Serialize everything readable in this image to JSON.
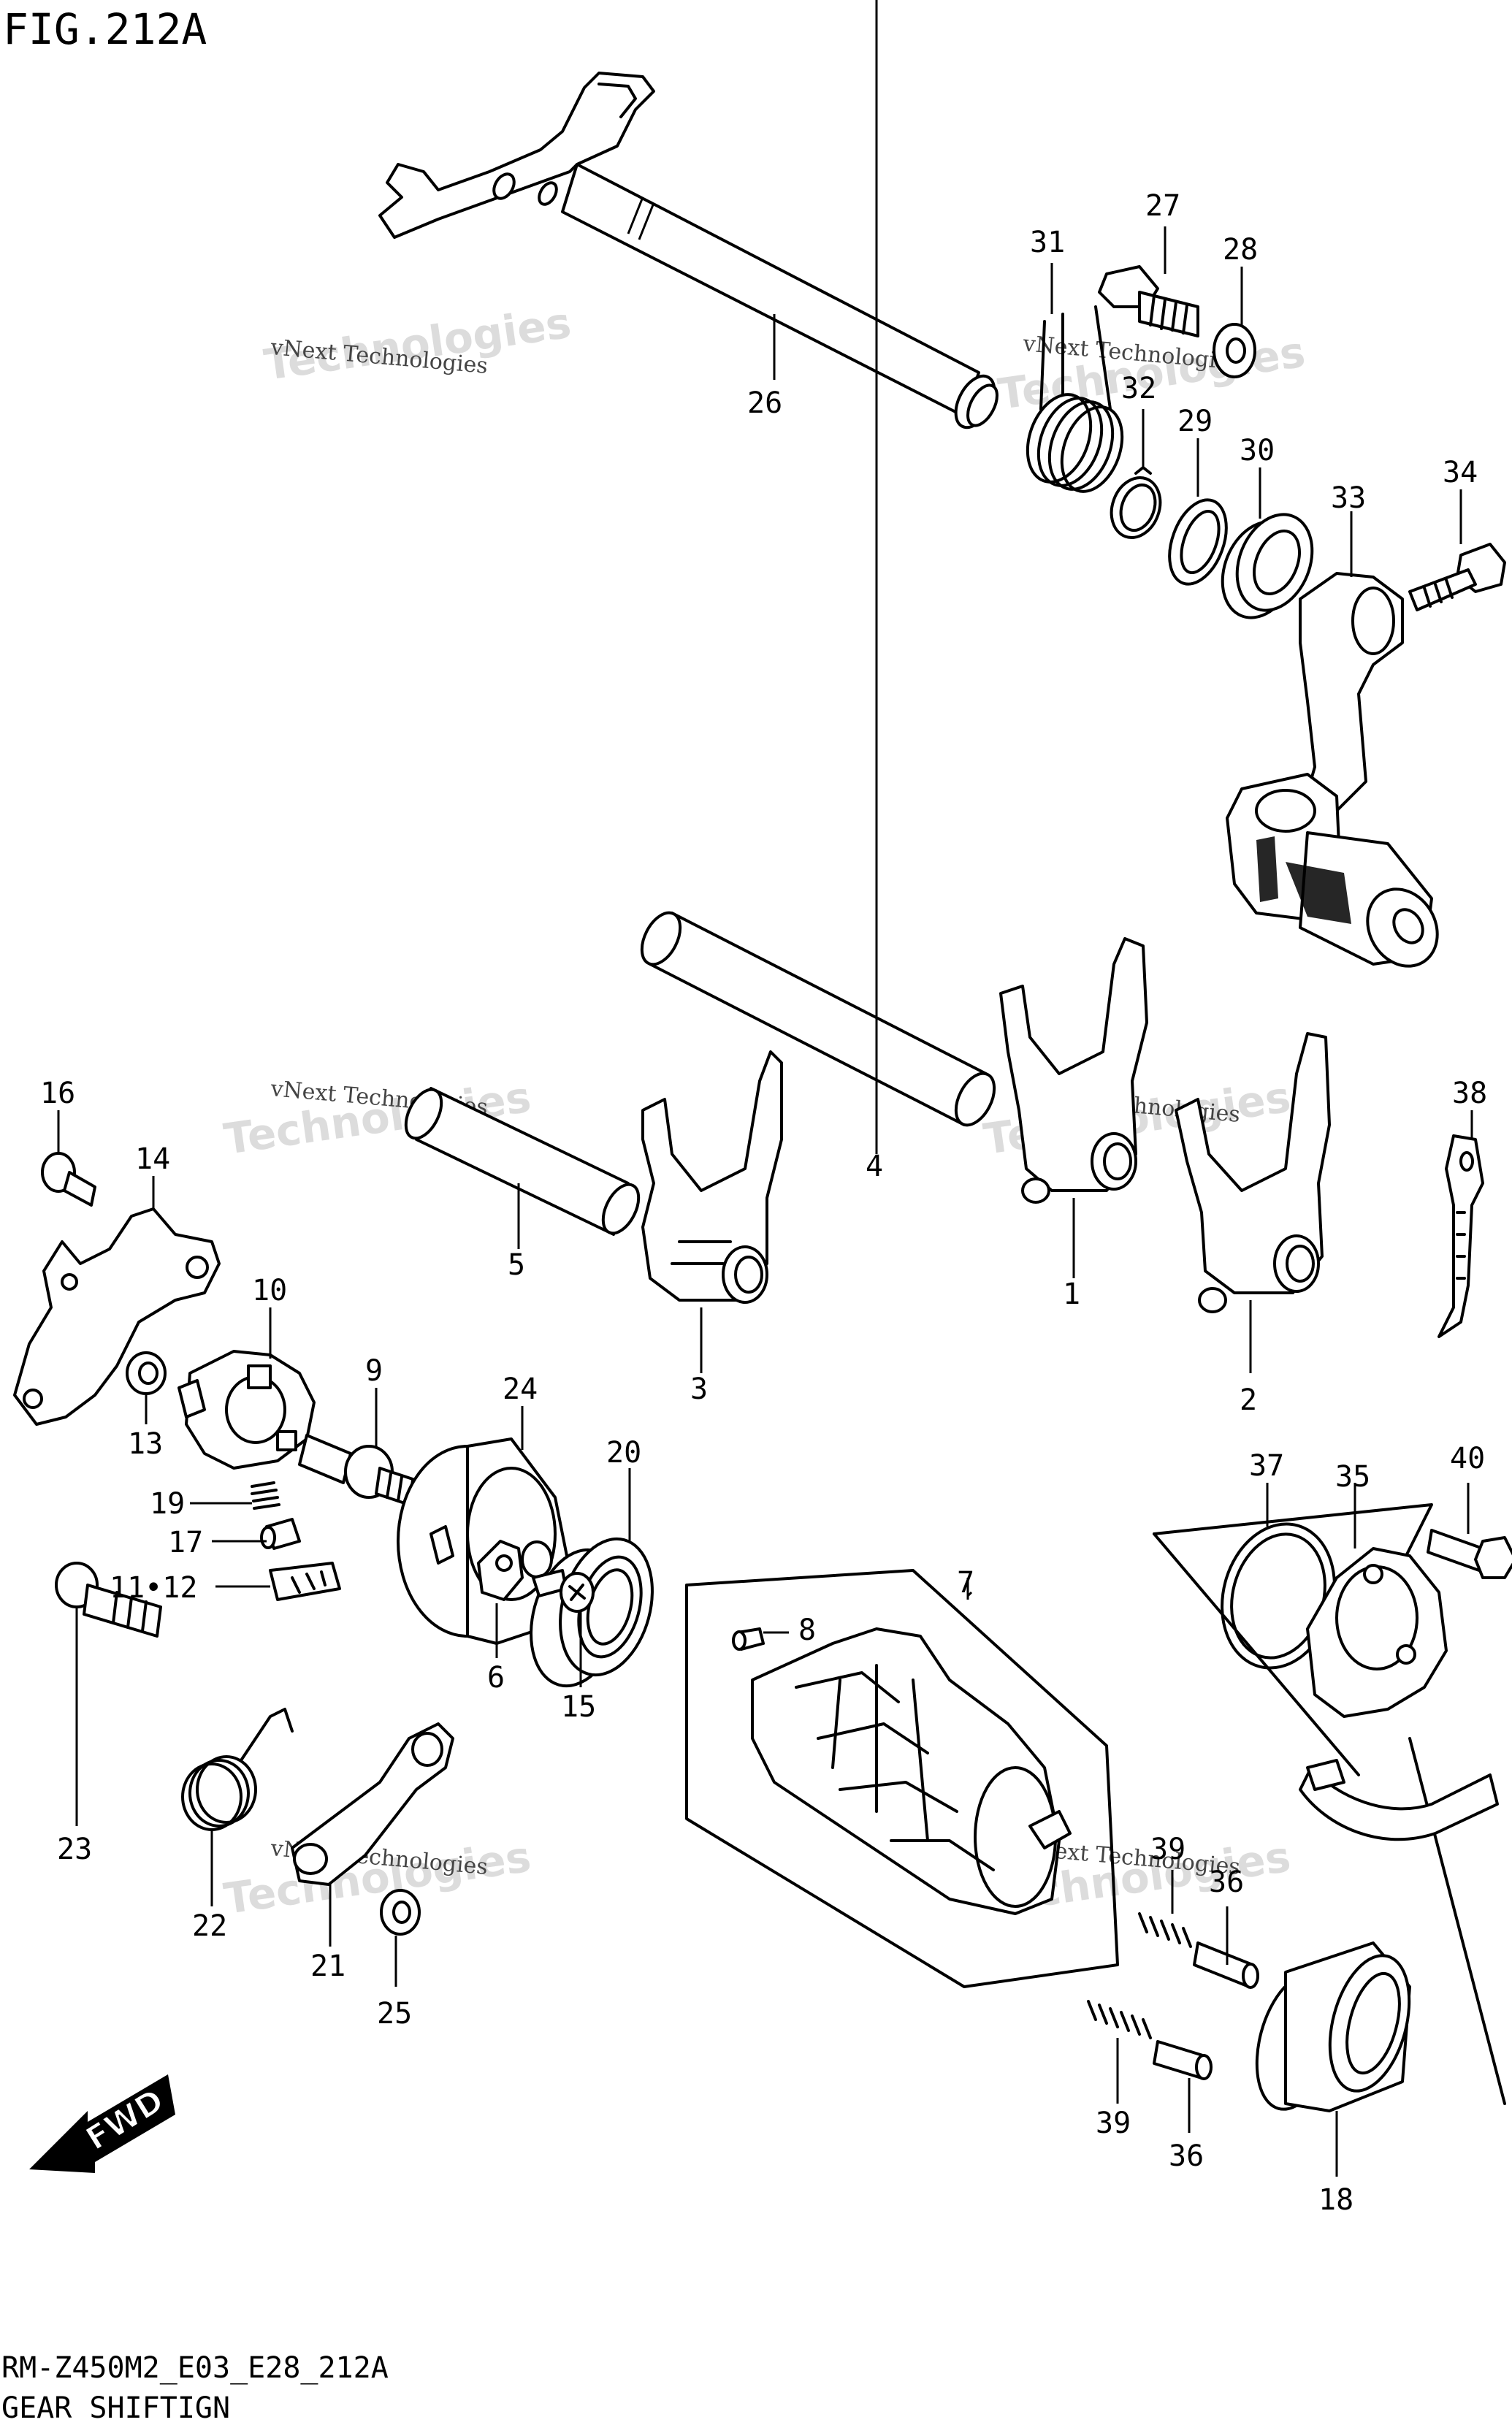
{
  "title": "FIG.212A",
  "footer": {
    "code": "RM-Z450M2_E03_E28_212A",
    "name": "GEAR SHIFTIGN"
  },
  "watermark": {
    "small": "vNext Technologies",
    "large": "Technologies"
  },
  "fwd_label": "FWD",
  "parts": {
    "p1": "1",
    "p2": "2",
    "p3": "3",
    "p4": "4",
    "p5": "5",
    "p6": "6",
    "p7": "7",
    "p8": "8",
    "p9": "9",
    "p10": "10",
    "p11_12": "11•12",
    "p13": "13",
    "p14": "14",
    "p15": "15",
    "p16": "16",
    "p17": "17",
    "p18": "18",
    "p19": "19",
    "p20": "20",
    "p21": "21",
    "p22": "22",
    "p23": "23",
    "p24": "24",
    "p25": "25",
    "p26": "26",
    "p27": "27",
    "p28": "28",
    "p29": "29",
    "p30": "30",
    "p31": "31",
    "p32": "32",
    "p33": "33",
    "p34": "34",
    "p35": "35",
    "p36a": "36",
    "p36b": "36",
    "p37": "37",
    "p38": "38",
    "p39a": "39",
    "p39b": "39",
    "p40": "40"
  }
}
